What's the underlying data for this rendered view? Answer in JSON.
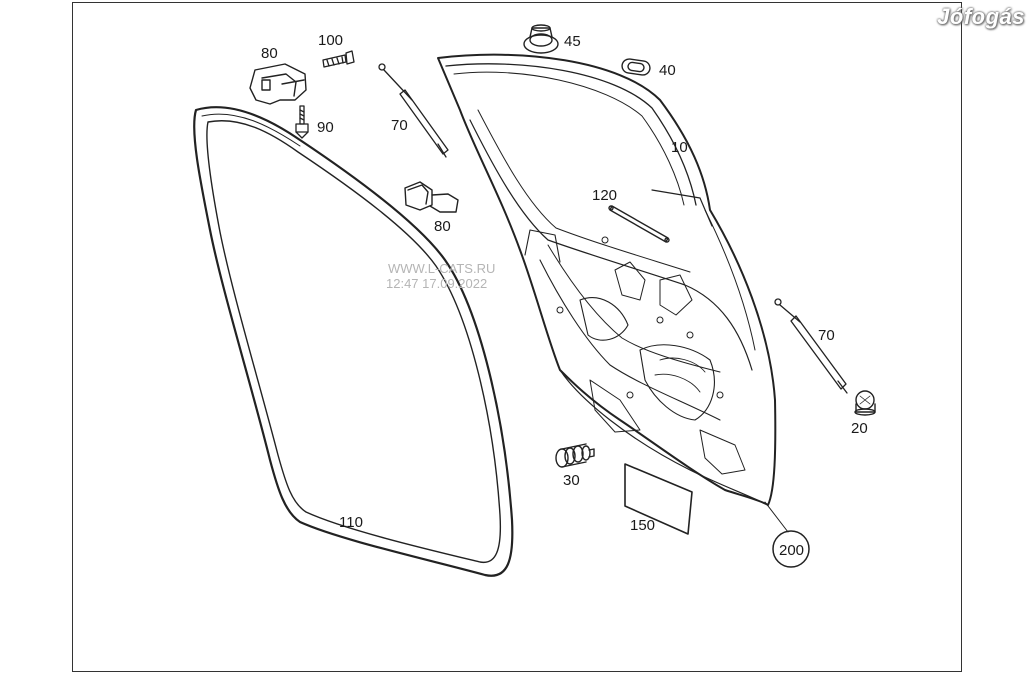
{
  "brand": {
    "watermark_logo": "Jófogás"
  },
  "diagram_watermark": {
    "line1": "WWW.L-CATS.RU",
    "line2": "12:47 17.09.2022"
  },
  "parts": {
    "p10": "10",
    "p20": "20",
    "p30": "30",
    "p40": "40",
    "p45": "45",
    "p70a": "70",
    "p70b": "70",
    "p80a": "80",
    "p80b": "80",
    "p90": "90",
    "p100": "100",
    "p110": "110",
    "p120": "120",
    "p150": "150",
    "p200": "200"
  }
}
